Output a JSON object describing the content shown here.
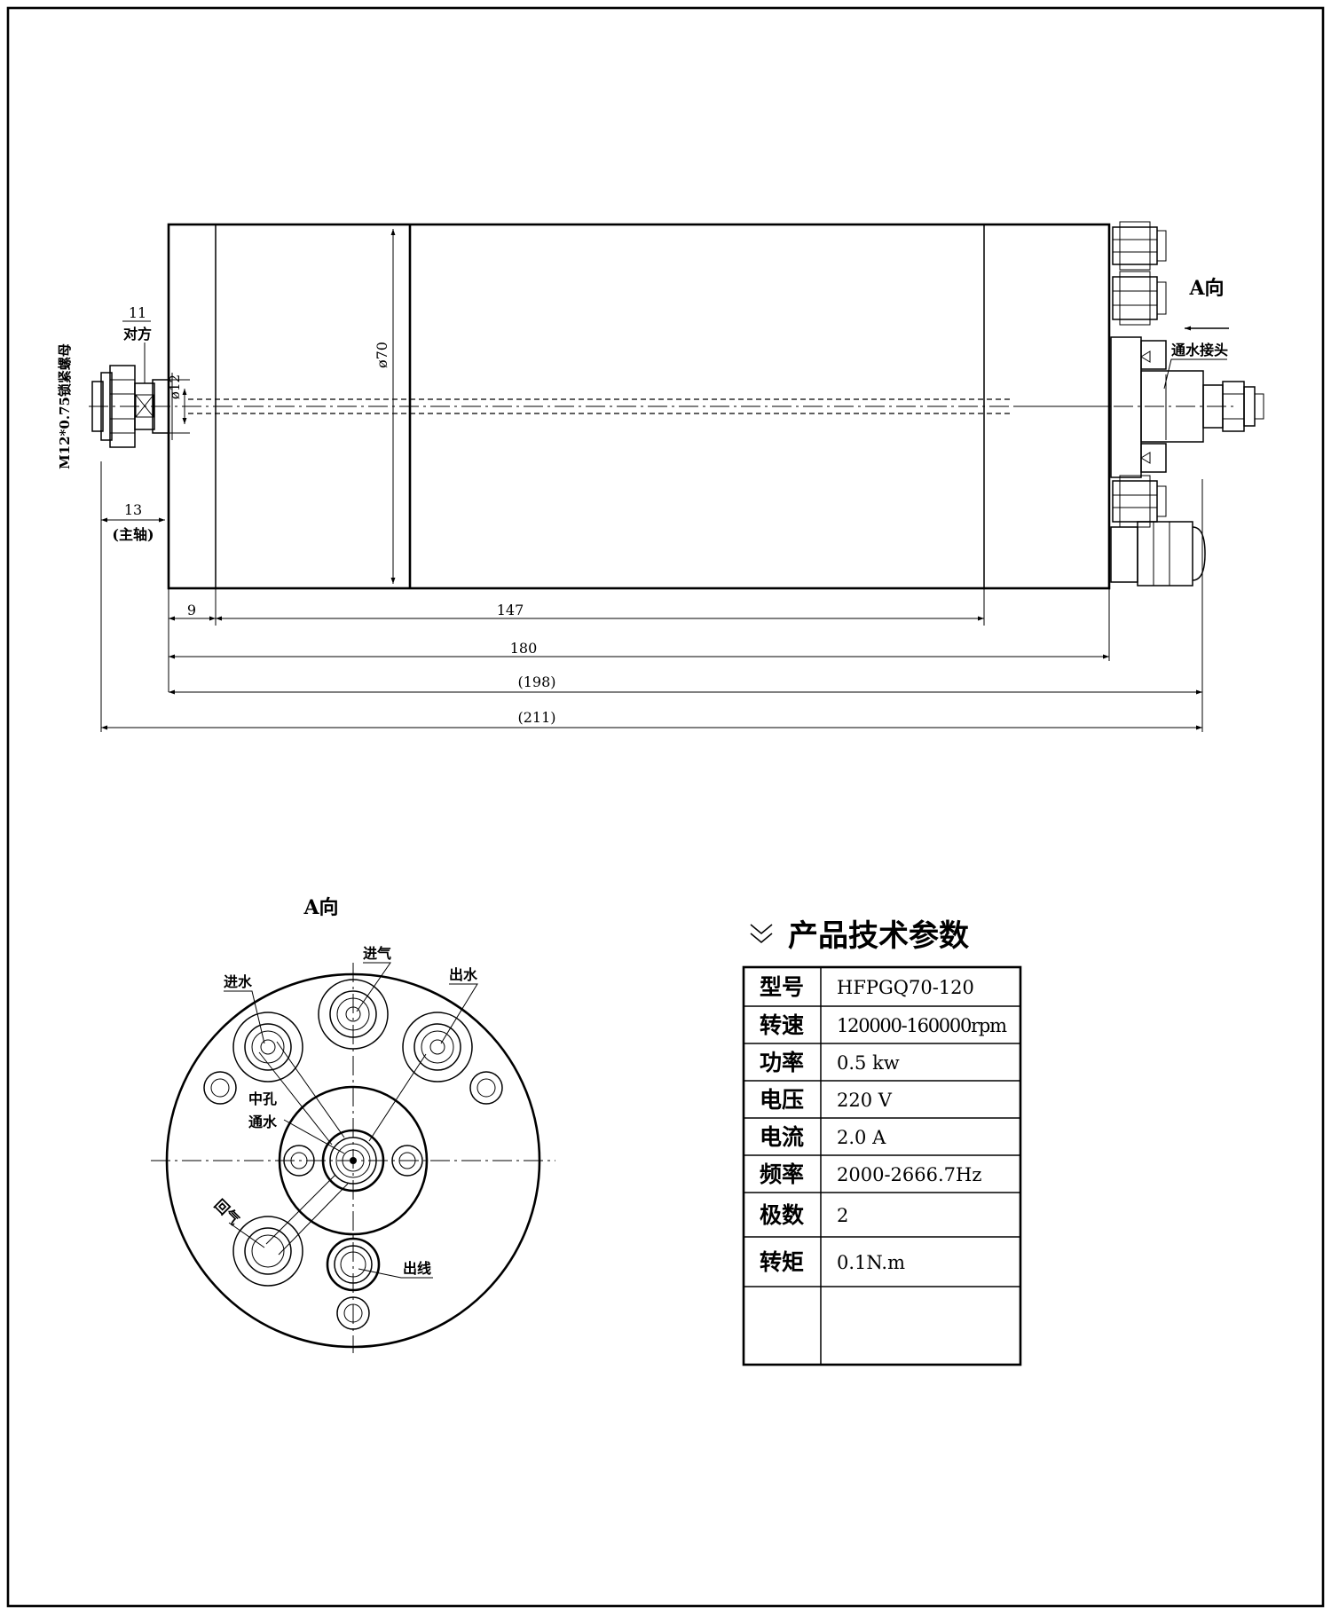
{
  "side_view": {
    "view_arrow_label": "A向",
    "water_connector_label": "通水接头",
    "nut_label": "M12*0.75锁紧螺母",
    "flat_size": "11",
    "flat_label": "对方",
    "shaft_diameter": "ø12",
    "body_diameter": "ø70",
    "shaft_length": "13",
    "shaft_length_note": "(主轴)",
    "dim_front": "9",
    "dim_middle": "147",
    "dim_body": "180",
    "dim_with_connectors": "(198)",
    "dim_overall": "(211)"
  },
  "end_view": {
    "title": "A向",
    "water_in": "进水",
    "air_in": "进气",
    "water_out": "出水",
    "center_hole_1": "中孔",
    "center_hole_2": "通水",
    "air_return": "回气",
    "cable_out": "出线"
  },
  "spec_table": {
    "heading_icon": "double-chevron-down-icon",
    "heading": "产品技术参数",
    "rows": [
      {
        "label": "型号",
        "value": "HFPGQ70-120"
      },
      {
        "label": "转速",
        "value": "120000-160000rpm"
      },
      {
        "label": "功率",
        "value": "0.5 kw"
      },
      {
        "label": "电压",
        "value": "220 V"
      },
      {
        "label": "电流",
        "value": "2.0 A"
      },
      {
        "label": "频率",
        "value": "2000-2666.7Hz"
      },
      {
        "label": "极数",
        "value": "2"
      },
      {
        "label": "转矩",
        "value": "0.1N.m"
      },
      {
        "label": "",
        "value": ""
      }
    ]
  }
}
